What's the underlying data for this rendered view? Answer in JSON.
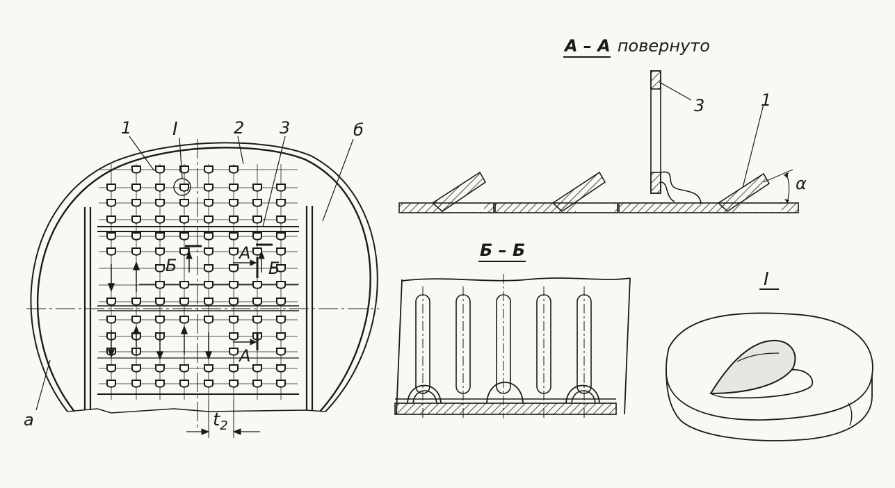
{
  "labels": {
    "tray_1": "1",
    "tray_I": "I",
    "tray_2": "2",
    "tray_3": "3",
    "tray_b": "б",
    "tray_a": "а",
    "section_B_left": "Б",
    "section_B_right": "Б",
    "section_A_top": "А",
    "section_A_bottom": "А",
    "pitch": "t",
    "pitch_sub": "2",
    "aa_3": "3",
    "aa_1": "1",
    "aa_alpha": "α"
  },
  "titles": {
    "section_aa": "А – А",
    "section_aa_suffix": "повернуто",
    "section_bb": "Б – Б",
    "detail_I": "I"
  },
  "colors": {
    "ink": "#1a1a1a",
    "paper": "#faf8f3"
  }
}
